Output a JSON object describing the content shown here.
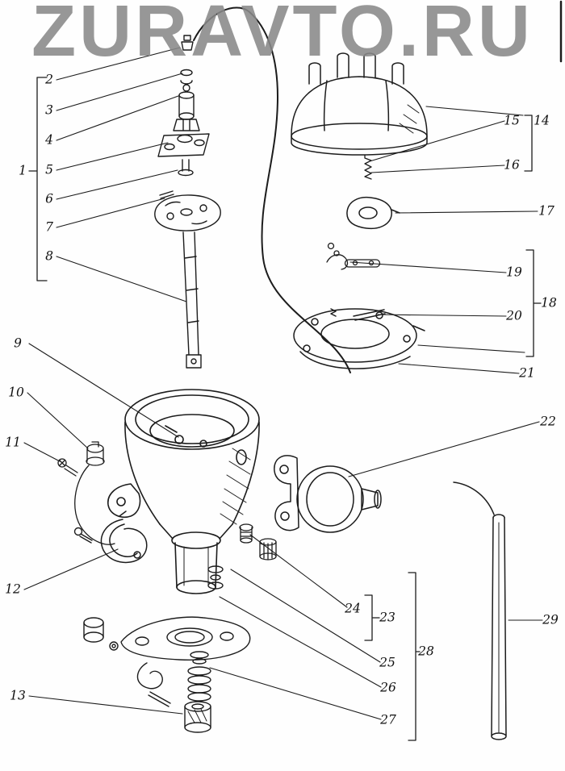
{
  "site": {
    "watermark": "ZURAVTO.RU"
  },
  "diagram": {
    "type": "exploded-parts-diagram",
    "callouts": [
      {
        "label": "1"
      },
      {
        "label": "2"
      },
      {
        "label": "3"
      },
      {
        "label": "4"
      },
      {
        "label": "5"
      },
      {
        "label": "6"
      },
      {
        "label": "7"
      },
      {
        "label": "8"
      },
      {
        "label": "9"
      },
      {
        "label": "10"
      },
      {
        "label": "11"
      },
      {
        "label": "12"
      },
      {
        "label": "13"
      },
      {
        "label": "14"
      },
      {
        "label": "15"
      },
      {
        "label": "16"
      },
      {
        "label": "17"
      },
      {
        "label": "18"
      },
      {
        "label": "19"
      },
      {
        "label": "20"
      },
      {
        "label": "21"
      },
      {
        "label": "22"
      },
      {
        "label": "23"
      },
      {
        "label": "24"
      },
      {
        "label": "25"
      },
      {
        "label": "26"
      },
      {
        "label": "27"
      },
      {
        "label": "28"
      },
      {
        "label": "29"
      }
    ],
    "groups": [
      {
        "label": "1",
        "members": [
          "2",
          "3",
          "4",
          "5",
          "6",
          "7",
          "8"
        ]
      },
      {
        "label": "14",
        "members": [
          "15",
          "16"
        ]
      },
      {
        "label": "18",
        "members": [
          "19",
          "20",
          "21"
        ]
      },
      {
        "label": "23",
        "members": [
          "24",
          "25"
        ]
      },
      {
        "label": "28",
        "members": [
          "24",
          "25",
          "26",
          "27"
        ]
      }
    ],
    "colors": {
      "line": "#1c1c1c",
      "watermark": "#898989",
      "background": "#ffffff"
    }
  }
}
